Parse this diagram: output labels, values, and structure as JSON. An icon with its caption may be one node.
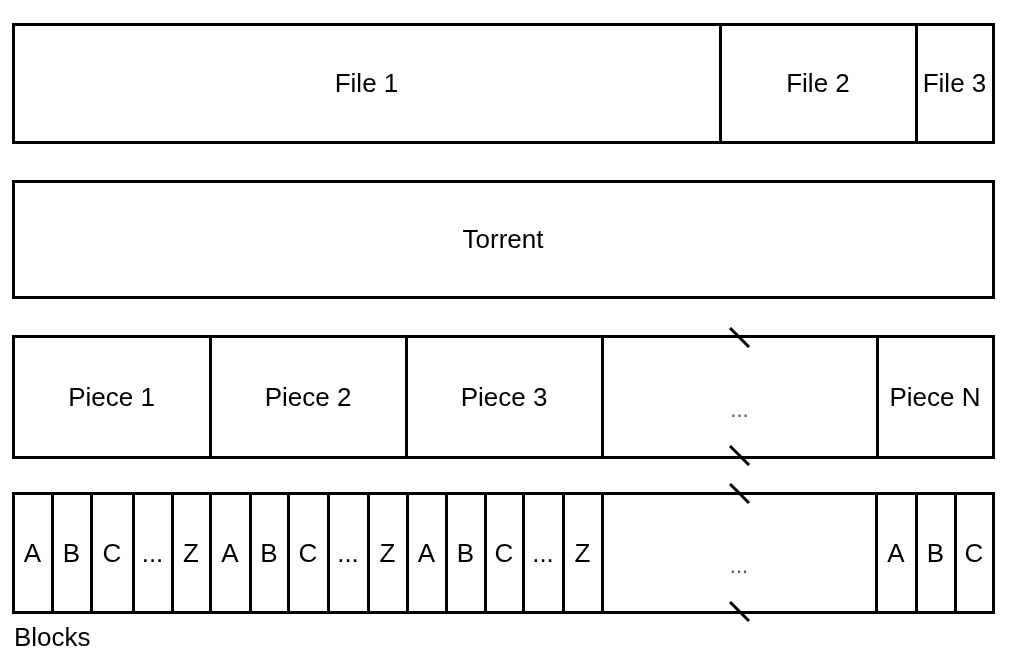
{
  "diagram": {
    "nodes": [
      {
        "text": [
          "File 1"
        ]
      },
      {
        "text": [
          "File 2"
        ]
      },
      {
        "text": [
          "File 3"
        ]
      },
      {
        "text": [
          "Torrent"
        ]
      },
      {
        "text": [
          "Piece 1"
        ]
      },
      {
        "text": [
          "Piece 2"
        ]
      },
      {
        "text": [
          "Piece 3"
        ]
      },
      {
        "text": [
          "..."
        ]
      },
      {
        "text": [
          "Piece N"
        ]
      },
      {
        "text": [
          "A"
        ]
      },
      {
        "text": [
          "B"
        ]
      },
      {
        "text": [
          "C"
        ]
      },
      {
        "text": [
          "..."
        ]
      },
      {
        "text": [
          "Z"
        ]
      },
      {
        "text": [
          "A"
        ]
      },
      {
        "text": [
          "B"
        ]
      },
      {
        "text": [
          "C"
        ]
      },
      {
        "text": [
          "..."
        ]
      },
      {
        "text": [
          "Z"
        ]
      },
      {
        "text": [
          "A"
        ]
      },
      {
        "text": [
          "B"
        ]
      },
      {
        "text": [
          "C"
        ]
      },
      {
        "text": [
          "..."
        ]
      },
      {
        "text": [
          "Z"
        ]
      },
      {
        "text": [
          "..."
        ]
      },
      {
        "text": [
          "A"
        ]
      },
      {
        "text": [
          "B"
        ]
      },
      {
        "text": [
          "C"
        ]
      }
    ],
    "labels": [
      "Blocks"
    ]
  }
}
